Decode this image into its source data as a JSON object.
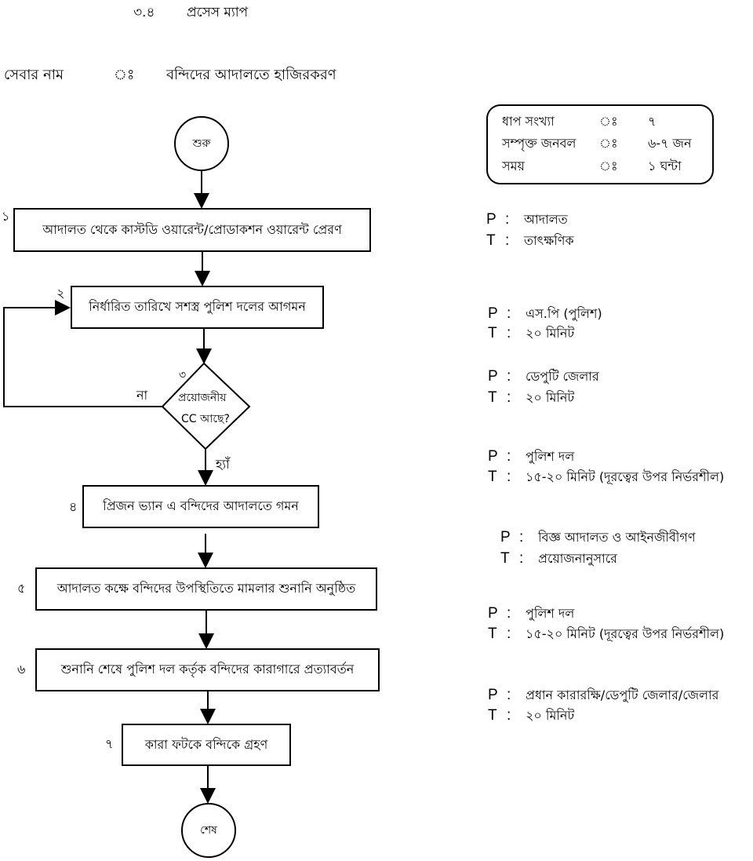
{
  "section": {
    "number": "৩.৪",
    "title": "প্রসেস ম্যাপ"
  },
  "service": {
    "label": "সেবার নাম",
    "colon": "ঃ",
    "value": "বন্দিদের আদালতে হাজিরকরণ"
  },
  "flow": {
    "start": "শুরু",
    "end": "শেষ",
    "steps": [
      {
        "num": "১",
        "text": "আদালত থেকে কাস্টডি ওয়ারেন্ট/প্রোডাকশন ওয়ারেন্ট প্রেরণ"
      },
      {
        "num": "২",
        "text": "নির্ধারিত তারিখে সশস্ত্র পুলিশ দলের আগমন"
      },
      {
        "num": "৩",
        "line1": "প্রয়োজনীয়",
        "line2": "CC আছে?",
        "no": "না",
        "yes": "হ্যাঁ"
      },
      {
        "num": "৪",
        "text": "প্রিজন ভ্যান এ বন্দিদের আদালতে গমন"
      },
      {
        "num": "৫",
        "text": "আদালত কক্ষে বন্দিদের উপস্থিতিতে মামলার শুনানি অনুষ্ঠিত"
      },
      {
        "num": "৬",
        "text": "শুনানি শেষে পুলিশ দল কর্তৃক বন্দিদের কারাগারে প্রত্যাবর্তন"
      },
      {
        "num": "৭",
        "text": "কারা ফটকে বন্দিকে গ্রহণ"
      }
    ]
  },
  "summary": [
    {
      "label": "ধাপ সংখ্যা",
      "colon": "ঃ",
      "value": "৭"
    },
    {
      "label": "সম্পৃক্ত জনবল",
      "colon": "ঃ",
      "value": "৬-৭ জন"
    },
    {
      "label": "সময়",
      "colon": "ঃ",
      "value": "১ ঘন্টা"
    }
  ],
  "pt_labels": {
    "p": "P",
    "t": "T",
    "sep": ":"
  },
  "pt": [
    {
      "p": "আদালত",
      "t": "তাৎক্ষণিক"
    },
    {
      "p": "এস.পি (পুলিশ)",
      "t": "২০ মিনিট"
    },
    {
      "p": "ডেপুটি জেলার",
      "t": "২০ মিনিট"
    },
    {
      "p": "পুলিশ দল",
      "t": "১৫-২০ মিনিট (দূরত্বের উপর নির্ভরশীল)"
    },
    {
      "p": "বিজ্ঞ আদালত ও আইনজীবীগণ",
      "t": "প্রয়োজনানুসারে"
    },
    {
      "p": "পুলিশ দল",
      "t": "১৫-২০ মিনিট (দূরত্বের উপর নির্ভরশীল)"
    },
    {
      "p": "প্রধান কারারক্ষি/ডেপুটি জেলার/জেলার",
      "t": "২০ মিনিট"
    }
  ]
}
